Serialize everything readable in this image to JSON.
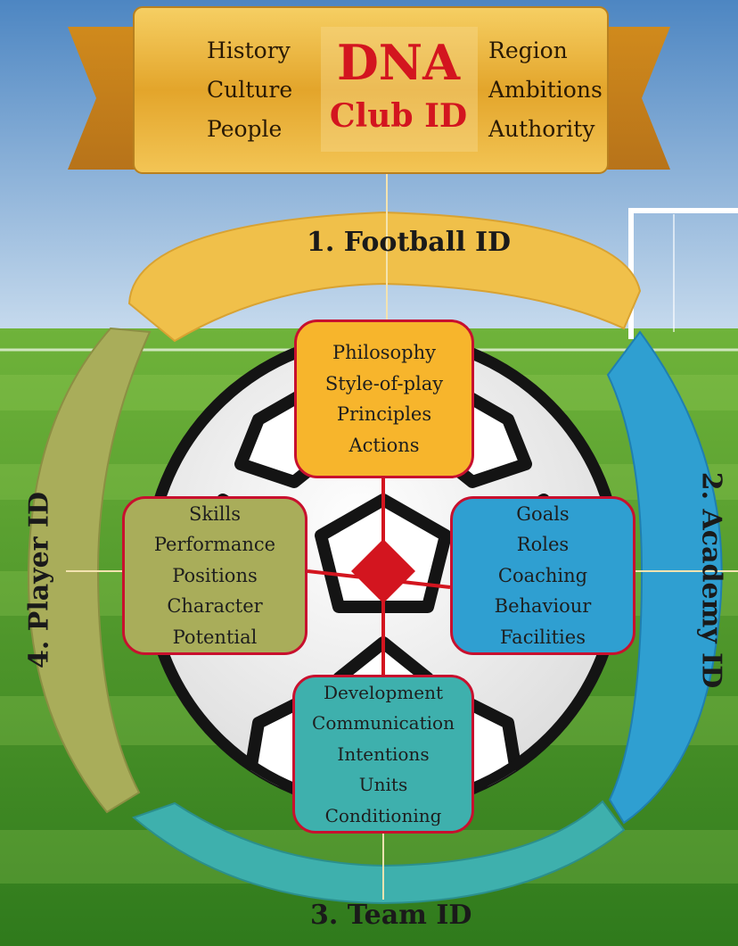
{
  "banner": {
    "left_items": [
      "History",
      "Culture",
      "People"
    ],
    "title": "DNA",
    "subtitle": "Club ID",
    "right_items": [
      "Region",
      "Ambitions",
      "Authority"
    ]
  },
  "ring_labels": {
    "football": "1. Football ID",
    "academy": "2. Academy ID",
    "team": "3. Team ID",
    "player": "4. Player ID"
  },
  "boxes": {
    "top": [
      "Philosophy",
      "Style-of-play",
      "Principles",
      "Actions"
    ],
    "right": [
      "Goals",
      "Roles",
      "Coaching",
      "Behaviour",
      "Facilities"
    ],
    "bottom": [
      "Development",
      "Communication",
      "Intentions",
      "Units",
      "Conditioning"
    ],
    "left": [
      "Skills",
      "Performance",
      "Positions",
      "Character",
      "Potential"
    ]
  },
  "colors": {
    "sky": "#6fa3d3",
    "grass": "#4f9a2a",
    "gold_ribbon": "#e6a82f",
    "football_arc": "#f0c04a",
    "academy_arc": "#2f9fd1",
    "team_arc": "#3eb0ad",
    "player_arc": "#a9ad5a",
    "accent_red": "#c8102e"
  }
}
